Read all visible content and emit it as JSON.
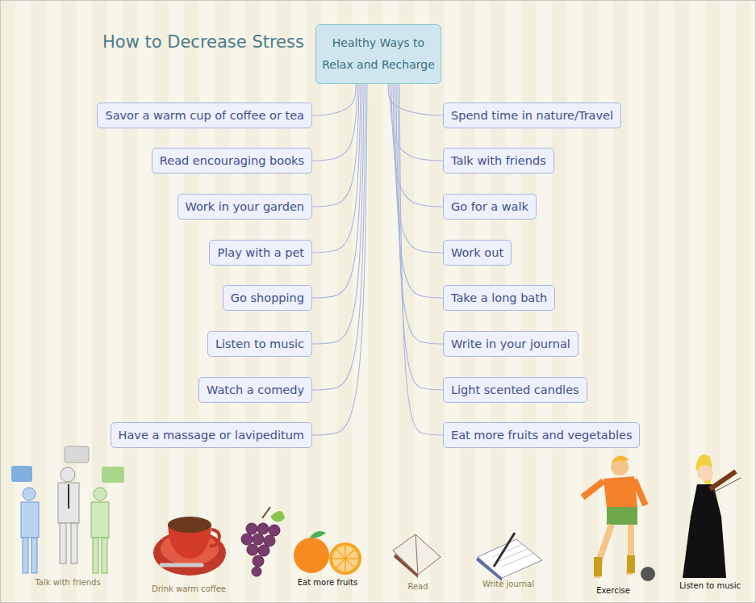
{
  "diagram": {
    "title": "How to Decrease Stress",
    "nodes": [
      {
        "text": [
          "Healthy Ways to Relax and Recharge"
        ]
      },
      {
        "text": [
          "Savor a warm cup of coffee or tea"
        ]
      },
      {
        "text": [
          "Read encouraging books"
        ]
      },
      {
        "text": [
          "Work in your garden"
        ]
      },
      {
        "text": [
          "Play with a pet"
        ]
      },
      {
        "text": [
          "Go shopping"
        ]
      },
      {
        "text": [
          "Listen to music"
        ]
      },
      {
        "text": [
          "Watch a comedy"
        ]
      },
      {
        "text": [
          "Have a massage or lavipeditum"
        ]
      },
      {
        "text": [
          "Spend time in nature/Travel"
        ]
      },
      {
        "text": [
          "Talk with friends"
        ]
      },
      {
        "text": [
          "Go for a walk"
        ]
      },
      {
        "text": [
          "Work out"
        ]
      },
      {
        "text": [
          "Take a long bath"
        ]
      },
      {
        "text": [
          "Write in your journal"
        ]
      },
      {
        "text": [
          "Light scented candles"
        ]
      },
      {
        "text": [
          "Eat more fruits and vegetables"
        ]
      }
    ],
    "edges": [
      {
        "from": 0,
        "to": 1,
        "arrow": "none"
      },
      {
        "from": 0,
        "to": 2,
        "arrow": "none"
      },
      {
        "from": 0,
        "to": 3,
        "arrow": "none"
      },
      {
        "from": 0,
        "to": 4,
        "arrow": "none"
      },
      {
        "from": 0,
        "to": 5,
        "arrow": "none"
      },
      {
        "from": 0,
        "to": 6,
        "arrow": "none"
      },
      {
        "from": 0,
        "to": 7,
        "arrow": "none"
      },
      {
        "from": 0,
        "to": 8,
        "arrow": "none"
      },
      {
        "from": 0,
        "to": 9,
        "arrow": "none"
      },
      {
        "from": 0,
        "to": 10,
        "arrow": "none"
      },
      {
        "from": 0,
        "to": 11,
        "arrow": "none"
      },
      {
        "from": 0,
        "to": 12,
        "arrow": "none"
      },
      {
        "from": 0,
        "to": 13,
        "arrow": "none"
      },
      {
        "from": 0,
        "to": 14,
        "arrow": "none"
      },
      {
        "from": 0,
        "to": 15,
        "arrow": "none"
      },
      {
        "from": 0,
        "to": 16,
        "arrow": "none"
      }
    ],
    "labels": [
      "Talk with friends",
      "Drink warm coffee",
      "Eat more fruits",
      "Read",
      "Write journal",
      "Exercise",
      "Listen to music"
    ]
  }
}
